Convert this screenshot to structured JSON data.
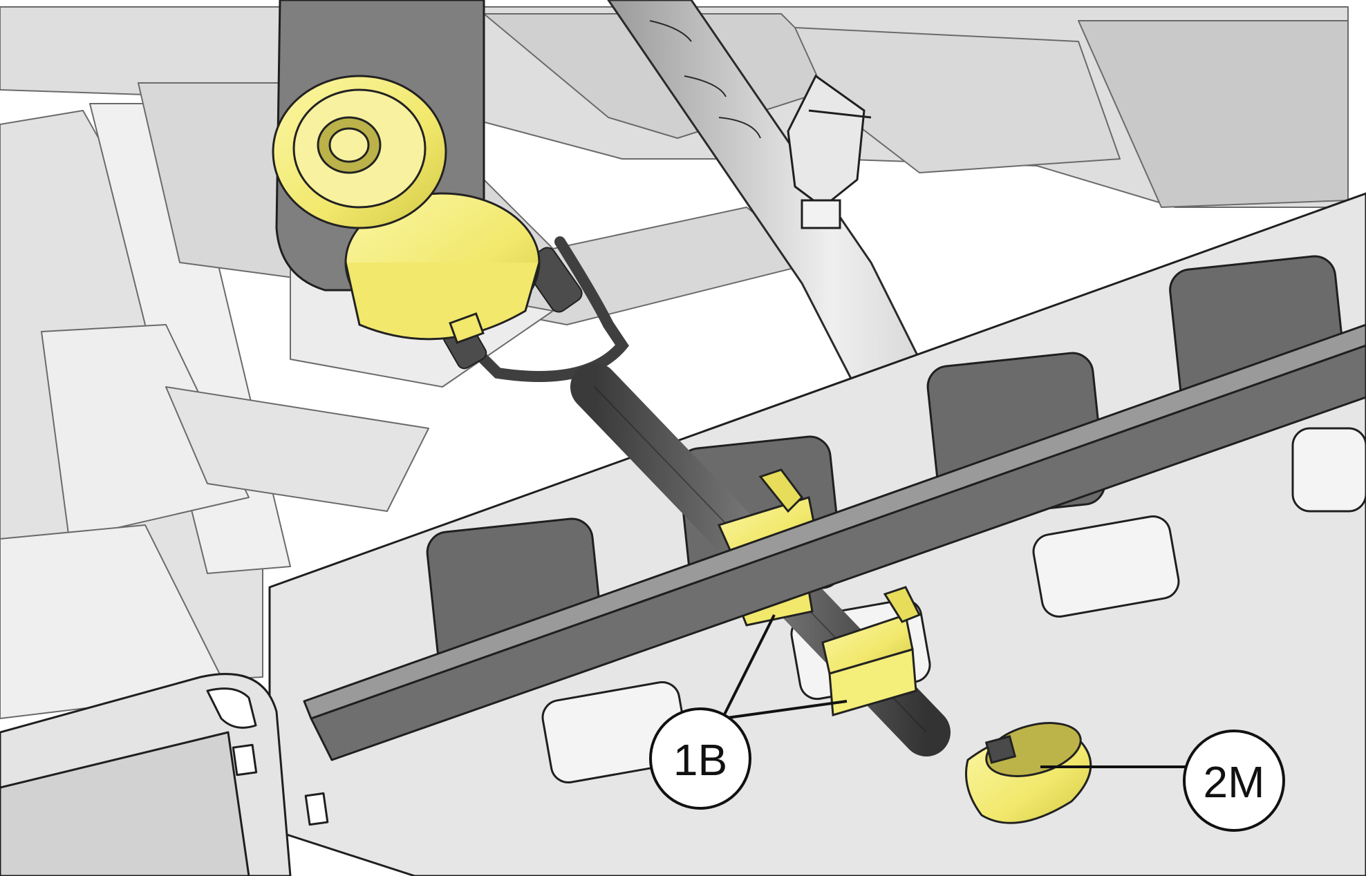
{
  "colors": {
    "background": "#ffffff",
    "frame_light": "#e6e6e6",
    "frame_mid": "#cfcfcf",
    "frame_dark": "#7d7d7d",
    "slot_dark": "#686868",
    "beam_dark": "#6f6f6f",
    "yellow": "#f4ee7a",
    "yellow_shade": "#d9cf4f",
    "cable_dark": "#4b4b4b",
    "outline": "#222222"
  },
  "callouts": {
    "clips": {
      "label": "1B",
      "icon": "callout-circle"
    },
    "sensor": {
      "label": "2M",
      "icon": "callout-circle"
    }
  },
  "parts": {
    "bracket_plate": {
      "icon": "mounting-bracket"
    },
    "connector": {
      "icon": "round-connector"
    },
    "hose": {
      "icon": "hose"
    },
    "hose_clamp": {
      "icon": "hose-clamp"
    },
    "cable": {
      "icon": "cable"
    },
    "clips": {
      "icon": "cable-clip"
    },
    "sensor": {
      "icon": "sensor-unit"
    },
    "frame": {
      "icon": "frame-rail"
    }
  }
}
